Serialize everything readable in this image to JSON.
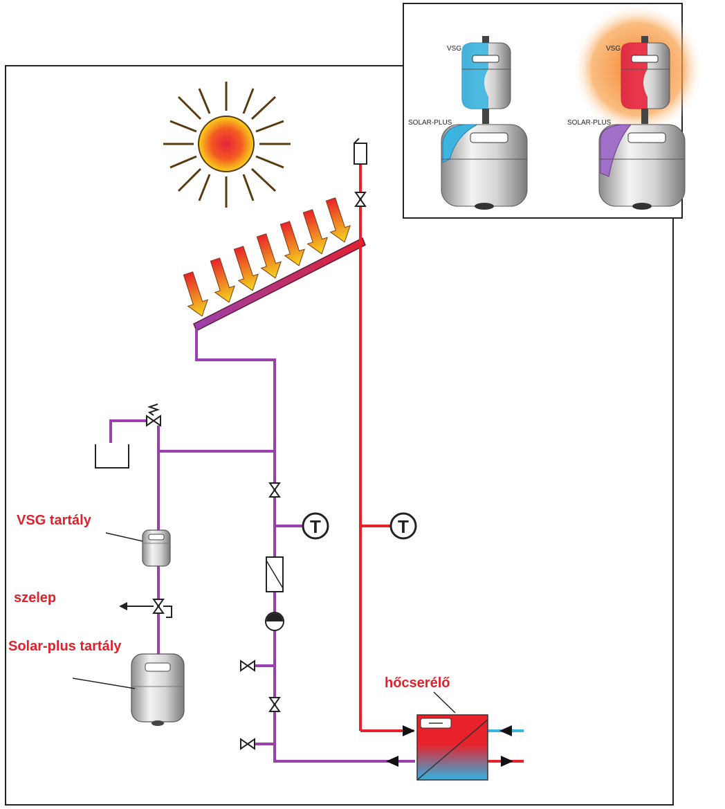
{
  "labels": {
    "vsg_tank": "VSG tartály",
    "valve": "szelep",
    "solar_plus_tank": "Solar-plus tartály",
    "heat_exchanger": "hőcserélő"
  },
  "inset": {
    "left": {
      "vsg": "VSG",
      "solar_plus": "SOLAR-PLUS",
      "state": "cold"
    },
    "right": {
      "vsg": "VSG",
      "solar_plus": "SOLAR-PLUS",
      "state": "hot"
    }
  },
  "gauge_symbol": "T",
  "colors": {
    "hot_line": "#e8222b",
    "cold_line": "#9b3fae",
    "label_red": "#e0202a",
    "cold_water": "#3bb5e0",
    "hot_glow": "#f47a1f"
  },
  "icons": [
    "sun-icon",
    "solar-collector-icon",
    "expansion-tank-icon",
    "pump-icon",
    "heat-exchanger-icon",
    "valve-icon",
    "thermometer-icon"
  ]
}
